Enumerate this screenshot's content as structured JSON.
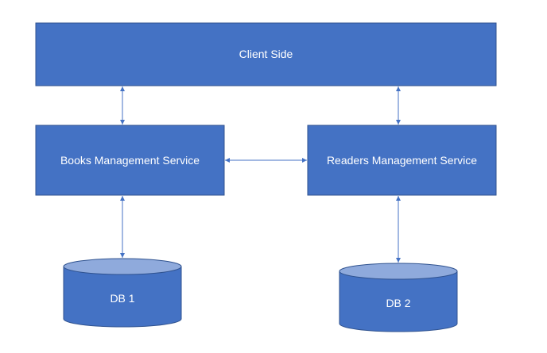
{
  "nodes": {
    "client": {
      "label": "Client Side"
    },
    "books": {
      "label": "Books Management Service"
    },
    "readers": {
      "label": "Readers Management Service"
    },
    "db1": {
      "label": "DB 1"
    },
    "db2": {
      "label": "DB 2"
    }
  },
  "edges": [
    {
      "from": "client",
      "to": "books",
      "direction": "both"
    },
    {
      "from": "client",
      "to": "readers",
      "direction": "both"
    },
    {
      "from": "books",
      "to": "readers",
      "direction": "both"
    },
    {
      "from": "books",
      "to": "db1",
      "direction": "both"
    },
    {
      "from": "readers",
      "to": "db2",
      "direction": "both"
    }
  ],
  "colors": {
    "box_fill": "#4472c4",
    "box_stroke": "#2f528f",
    "cylinder_top": "#8faadc",
    "text": "#ffffff",
    "connector": "#4472c4"
  }
}
